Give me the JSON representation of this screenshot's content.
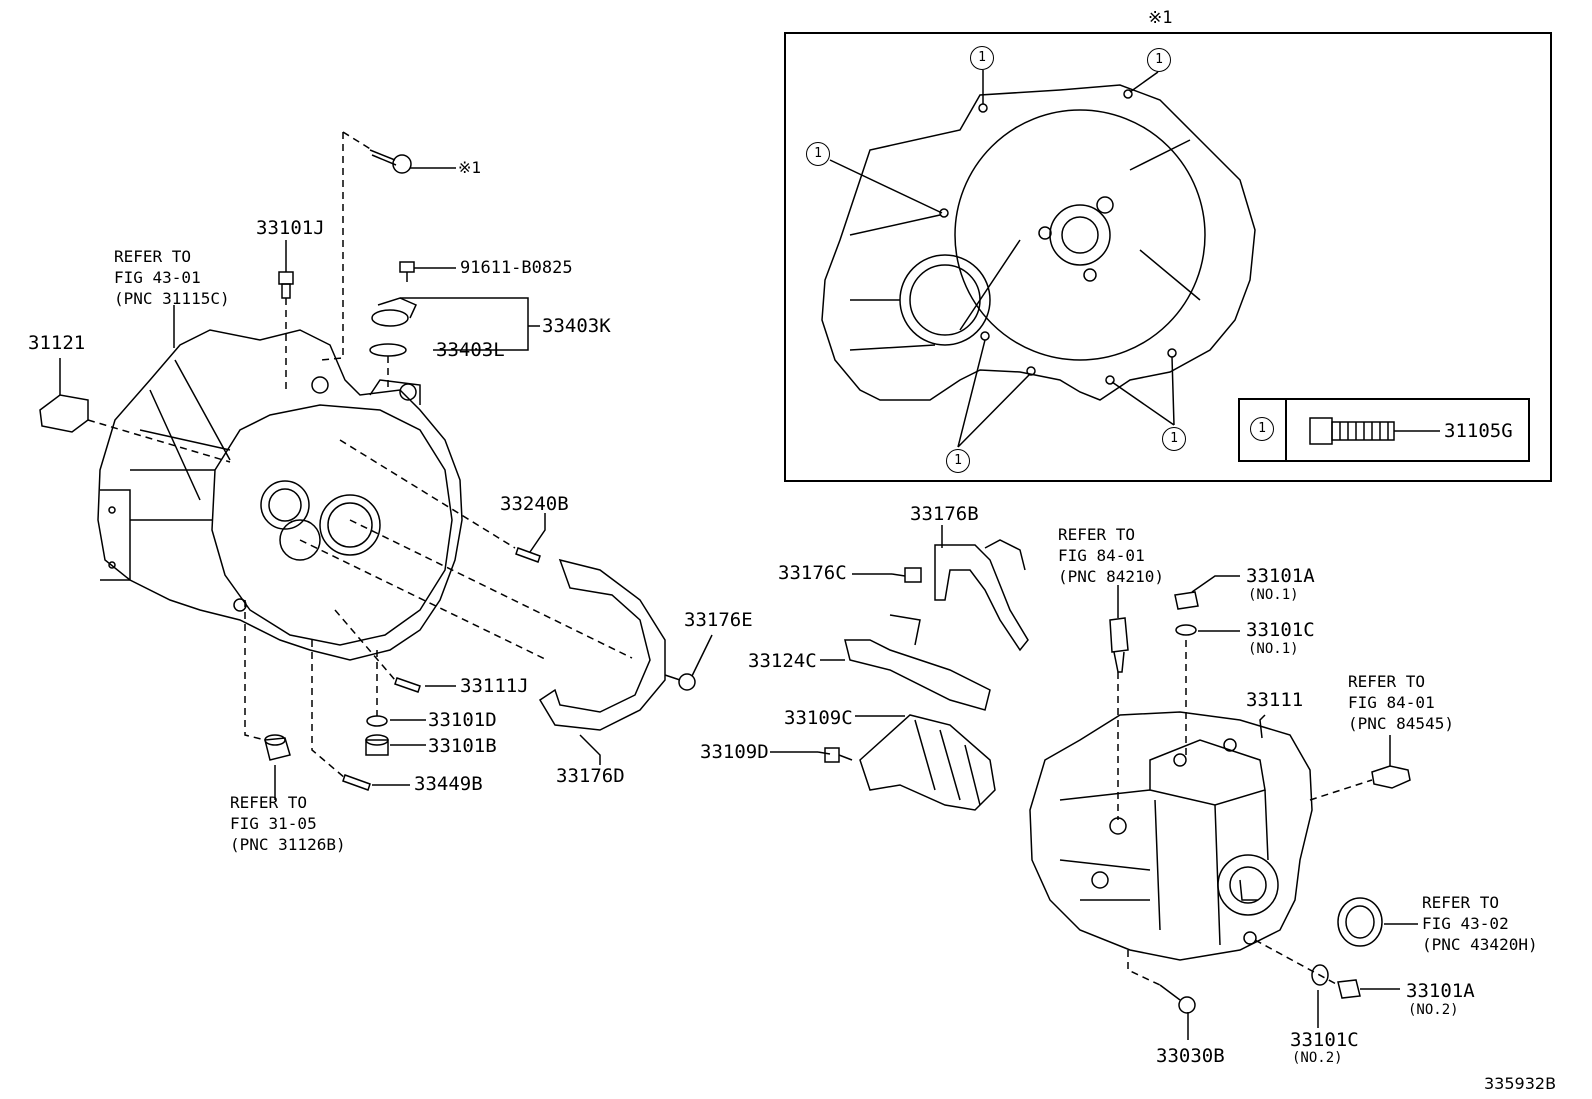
{
  "inset": {
    "marker": "※1",
    "callout_num": "1",
    "legend": {
      "num": "1",
      "part": "31105G"
    }
  },
  "labels": {
    "p31121": "31121",
    "p33101J": "33101J",
    "star1": "※1",
    "p91611": "91611-B0825",
    "p33403K": "33403K",
    "p33403L": "33403L",
    "p33240B": "33240B",
    "p33176E": "33176E",
    "p33176D": "33176D",
    "p33111J": "33111J",
    "p33101D": "33101D",
    "p33101B": "33101B",
    "p33449B": "33449B",
    "p33176B": "33176B",
    "p33176C": "33176C",
    "p33124C": "33124C",
    "p33109C": "33109C",
    "p33109D": "33109D",
    "p33101A_1": "33101A",
    "p33101A_1_note": "(NO.1)",
    "p33101C_1": "33101C",
    "p33101C_1_note": "(NO.1)",
    "p33111": "33111",
    "p33101A_2": "33101A",
    "p33101A_2_note": "(NO.2)",
    "p33101C_2": "33101C",
    "p33101C_2_note": "(NO.2)",
    "p33030B": "33030B",
    "figure_id": "335932B"
  },
  "refs": {
    "fig4301": [
      "REFER TO",
      "FIG 43-01",
      "(PNC 31115C)"
    ],
    "fig3105": [
      "REFER TO",
      "FIG 31-05",
      "(PNC 31126B)"
    ],
    "fig8401a": [
      "REFER TO",
      "FIG 84-01",
      "(PNC 84210)"
    ],
    "fig8401b": [
      "REFER TO",
      "FIG 84-01",
      "(PNC 84545)"
    ],
    "fig4302": [
      "REFER TO",
      "FIG 43-02",
      "(PNC 43420H)"
    ]
  }
}
